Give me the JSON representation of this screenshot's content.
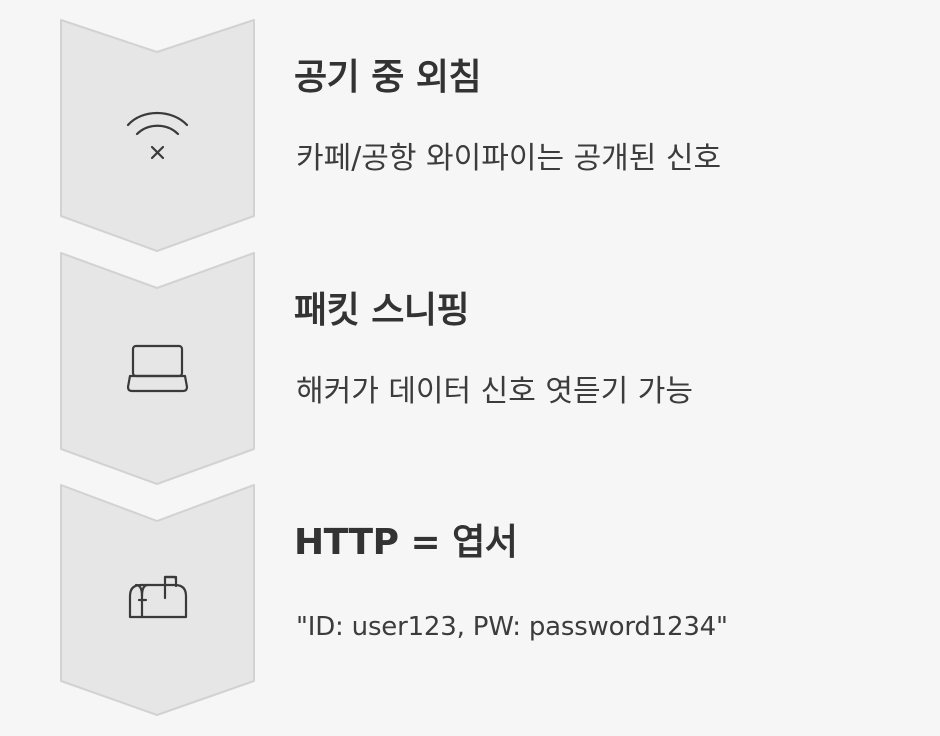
{
  "colors": {
    "background": "#f6f6f6",
    "chevron_fill": "#e6e6e6",
    "chevron_stroke": "#d2d2d2",
    "icon_stroke": "#3a3a3a",
    "title": "#333333",
    "description": "#3c3c3c"
  },
  "steps": [
    {
      "icon": "wifi-off-icon",
      "title": "공기 중 외침",
      "description": "카페/공항 와이파이는 공개된 신호"
    },
    {
      "icon": "laptop-icon",
      "title": "패킷 스니핑",
      "description": "해커가 데이터 신호 엿듣기 가능"
    },
    {
      "icon": "mailbox-icon",
      "title": "HTTP = 엽서",
      "description": "\"ID: user123, PW: password1234\""
    }
  ]
}
